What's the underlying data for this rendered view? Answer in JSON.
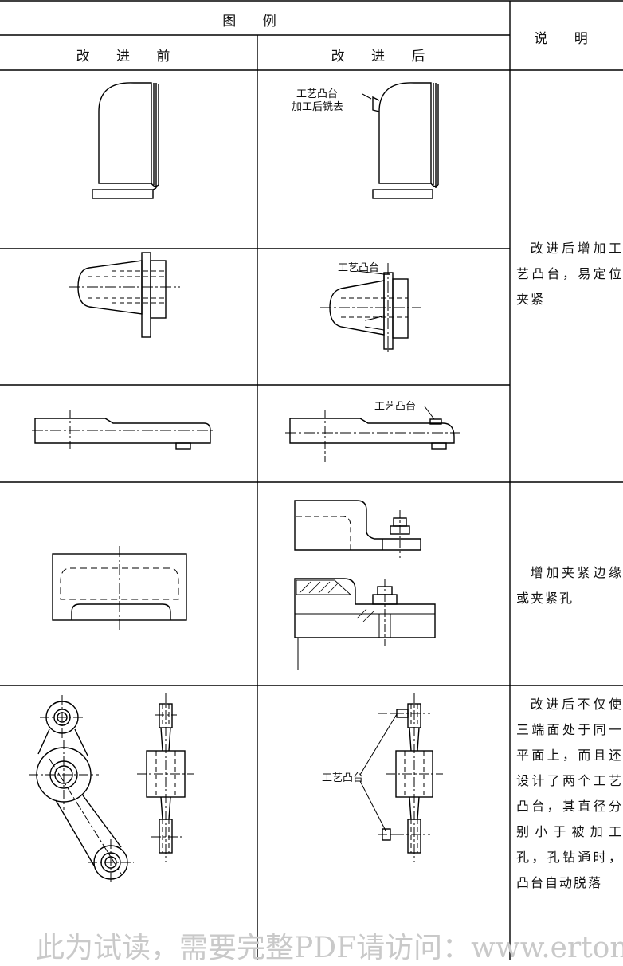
{
  "header": {
    "figure_title": "图 例",
    "before_label": "改 进 前",
    "after_label": "改 进 后",
    "desc_title": "说 明"
  },
  "labels": {
    "boss_machined_line1": "工艺凸台",
    "boss_machined_line2": "加工后铣去",
    "boss": "工艺凸台",
    "boss_2": "工艺凸台",
    "boss_3": "工艺凸台"
  },
  "notes": {
    "group1": "改进后增加工艺凸台，易定位夹紧",
    "group2": "增加夹紧边缘或夹紧孔",
    "group3": "改进后不仅使三端面处于同一平面上，而且还设计了两个工艺凸台，其直径分别小于被加工孔，孔钻通时，凸台自动脱落"
  },
  "watermark": "此为试读，需要完整PDF请访问：www.ertong"
}
